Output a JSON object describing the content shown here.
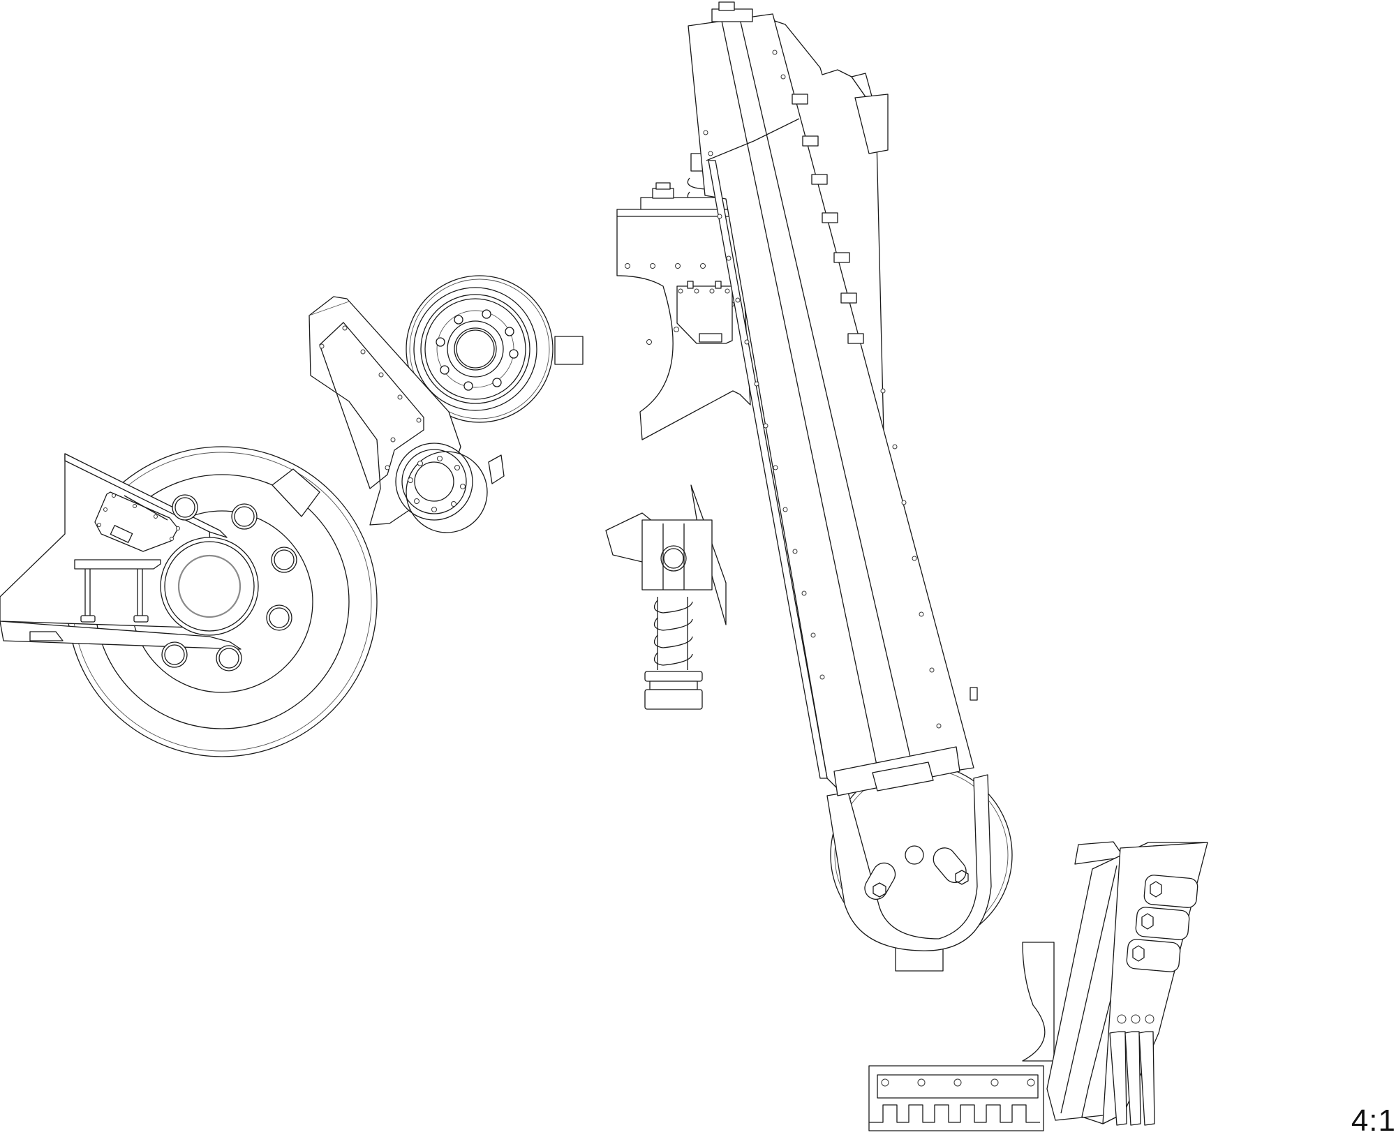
{
  "drawing": {
    "type": "technical line drawing",
    "scale_label": "4:1",
    "colors": {
      "background": "#ffffff",
      "line": "#1a1a1a",
      "secondary_line": "#8a8a8a"
    },
    "parts": [
      {
        "id": "hub-housing-left",
        "description": "Wedge plate with large bearing hub, 7 bolt bosses, access panel and bracket"
      },
      {
        "id": "twin-wheel-bracket",
        "description": "Bracket with large 8-bolt wheel hub and smaller 8-bolt wheel"
      },
      {
        "id": "mount-plate-with-spring",
        "description": "Riveted mount plate with nut, coil spring and clamp box"
      },
      {
        "id": "spring-pivot-assembly",
        "description": "Pivot head with pin, coil spring and threaded base"
      },
      {
        "id": "long-arm-beam",
        "description": "Long angled beam with riveted edges and bolt lugs"
      },
      {
        "id": "fork-end-wheel",
        "description": "Fork end with wheel, window slot and two hex-bolt lugs"
      },
      {
        "id": "toothed-foot-block",
        "description": "Toothed rack foot with riveted strip"
      },
      {
        "id": "clamp-plate-with-bolts",
        "description": "Angled plate with three bolt clamps and three hanging blades"
      }
    ]
  }
}
